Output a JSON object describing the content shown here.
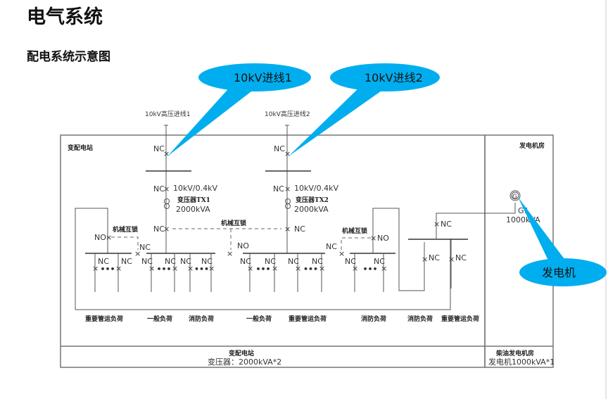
{
  "page": {
    "title": "电气系统",
    "section_title": "配电系统示意图"
  },
  "callouts": [
    {
      "id": "incoming-1",
      "label": "10kV进线1",
      "color": "#00AEEF"
    },
    {
      "id": "incoming-2",
      "label": "10kV进线2",
      "color": "#00AEEF"
    },
    {
      "id": "generator",
      "label": "发电机",
      "color": "#00AEEF"
    }
  ],
  "diagram": {
    "incoming_lines": [
      "10kV高压进线1",
      "10kV高压进线2"
    ],
    "substation_label": "变配电站",
    "generator_room_label": "发电机房",
    "transformers": [
      {
        "ratio": "10kV/0.4kV",
        "name": "变压器TX1",
        "rating": "2000kVA"
      },
      {
        "ratio": "10kV/0.4kV",
        "name": "变压器TX2",
        "rating": "2000kVA"
      }
    ],
    "generator": {
      "symbol": "G",
      "name": "G1",
      "rating": "1000kVA"
    },
    "switch_states": {
      "nc": "NC",
      "no": "NO"
    },
    "interlock_label": "机械互锁",
    "loads": [
      "重要管运负荷",
      "一般负荷",
      "消防负荷",
      "一般负荷",
      "重要管运负荷",
      "消防负荷",
      "消防负荷",
      "重要管运负荷"
    ],
    "footer": {
      "substation_title": "变配电站",
      "substation_detail": "变压器：2000kVA*2",
      "generator_title": "柴油发电机房",
      "generator_detail": "发电机1000kVA*1"
    }
  }
}
